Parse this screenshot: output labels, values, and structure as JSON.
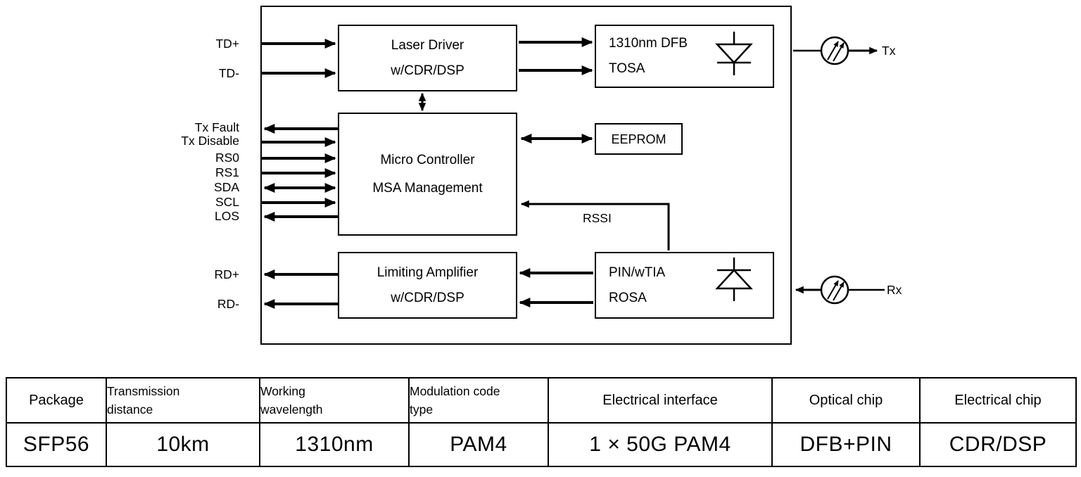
{
  "diagram": {
    "blocks": {
      "laser_driver": {
        "line1": "Laser Driver",
        "line2": "w/CDR/DSP"
      },
      "tosa": {
        "line1": "1310nm DFB",
        "line2": "TOSA"
      },
      "micro_controller": {
        "line1": "Micro Controller",
        "line2": "MSA Management"
      },
      "eeprom": {
        "label": "EEPROM"
      },
      "limiting_amplifier": {
        "line1": "Limiting Amplifier",
        "line2": "w/CDR/DSP"
      },
      "rosa": {
        "line1": "PIN/wTIA",
        "line2": "ROSA"
      }
    },
    "signals": {
      "td_plus": "TD+",
      "td_minus": "TD-",
      "tx_fault": "Tx Fault",
      "tx_disable": "Tx Disable",
      "rs0": "RS0",
      "rs1": "RS1",
      "sda": "SDA",
      "scl": "SCL",
      "los": "LOS",
      "rd_plus": "RD+",
      "rd_minus": "RD-",
      "rssi": "RSSI",
      "tx_port": "Tx",
      "rx_port": "Rx"
    },
    "colors": {
      "line": "#000000",
      "background": "#ffffff"
    }
  },
  "table": {
    "headers": [
      "Package",
      "Transmission distance",
      "Working wavelength",
      "Modulation code type",
      "Electrical interface",
      "Optical chip",
      "Electrical chip"
    ],
    "values": [
      "SFP56",
      "10km",
      "1310nm",
      "PAM4",
      "1 × 50G PAM4",
      "DFB+PIN",
      "CDR/DSP"
    ]
  }
}
